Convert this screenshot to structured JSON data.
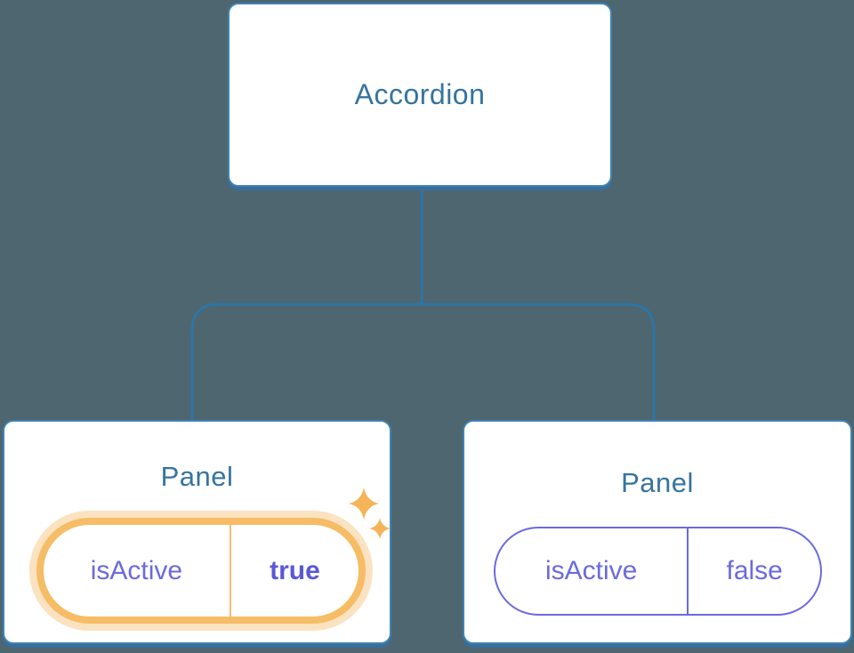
{
  "tree": {
    "root": {
      "label": "Accordion"
    },
    "panels": [
      {
        "title": "Panel",
        "state_key": "isActive",
        "state_value": "true",
        "highlighted": true,
        "icon": "sparkles-icon"
      },
      {
        "title": "Panel",
        "state_key": "isActive",
        "state_value": "false",
        "highlighted": false
      }
    ],
    "colors": {
      "background": "#4d6670",
      "connector_line": "#2f74a5",
      "node_border": "#4182b4",
      "node_shadow": "#386e9c",
      "node_fill": "#ffffff",
      "title_text": "#35749e",
      "state_text": "#6b6ade",
      "state_text_bold": "#5b58d7",
      "highlight_ring": "#f6bc66",
      "highlight_glow": "#fbe3c1",
      "sparkle": "#f5b458"
    }
  }
}
